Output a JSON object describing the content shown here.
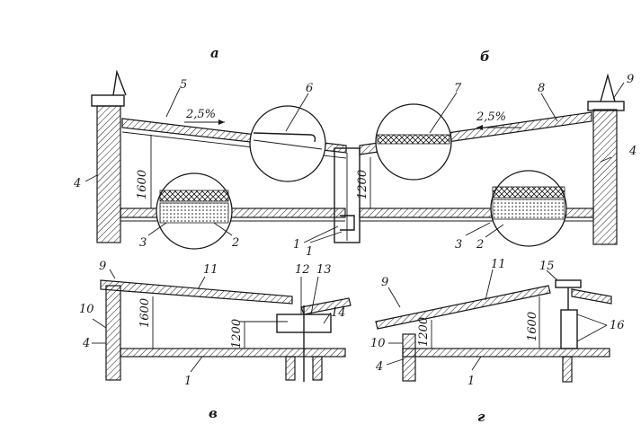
{
  "sections": {
    "a": "а",
    "b": "б",
    "v": "в",
    "g": "г"
  },
  "slopes": {
    "left": "2,5%",
    "right": "2,5%"
  },
  "dims": {
    "a_height": "1600",
    "b_height": "1200",
    "v_left": "1600",
    "v_mid": "1200",
    "g_left": "1200",
    "g_right": "1600"
  },
  "labels": {
    "a": {
      "n1": "1",
      "n2": "2",
      "n3": "3",
      "n4": "4",
      "n5": "5",
      "n6": "6"
    },
    "b": {
      "n1": "1",
      "n2": "2",
      "n3": "3",
      "n4": "4",
      "n7": "7",
      "n8": "8",
      "n9": "9"
    },
    "v": {
      "n1": "1",
      "n4": "4",
      "n9": "9",
      "n10": "10",
      "n11": "11",
      "n12": "12",
      "n13": "13",
      "n14": "14"
    },
    "g": {
      "n1": "1",
      "n4": "4",
      "n9": "9",
      "n10": "10",
      "n11": "11",
      "n15": "15",
      "n16": "16"
    }
  }
}
